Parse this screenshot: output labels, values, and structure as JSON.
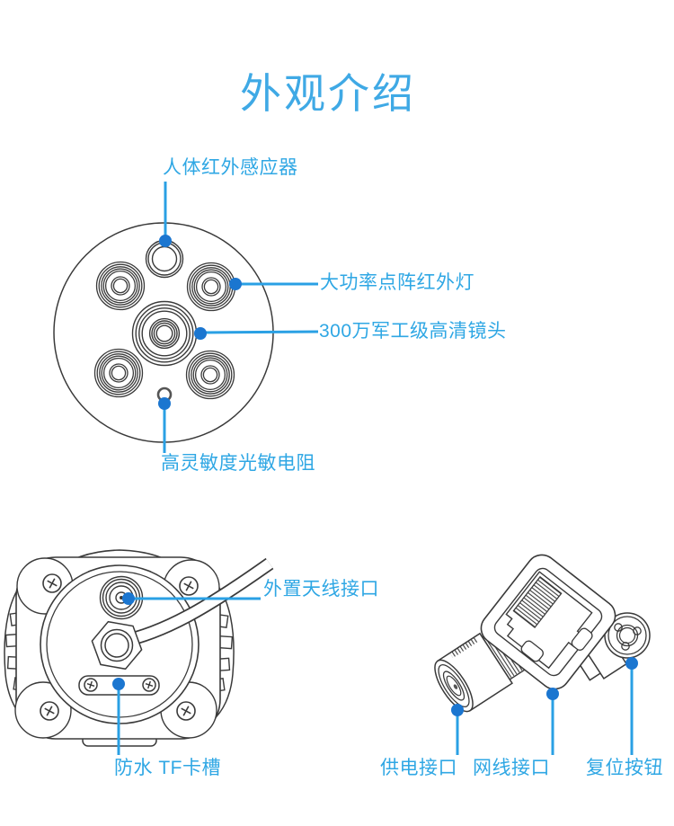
{
  "title": "外观介绍",
  "colors": {
    "title_blue": "#3fa9e5",
    "label_blue": "#2fa7e4",
    "leader_line_blue": "#2aa0e4",
    "leader_dot_blue": "#1b76d0",
    "drawing_outline": "#3a3a3a",
    "background": "#ffffff"
  },
  "front_view": {
    "description": "camera-front-face-drawing",
    "labels": [
      {
        "text": "人体红外感应器"
      },
      {
        "text": "大功率点阵红外灯"
      },
      {
        "text": "300万军工级高清镜头"
      },
      {
        "text": "高灵敏度光敏电阻"
      }
    ]
  },
  "back_view": {
    "description": "camera-back-drawing",
    "labels": [
      {
        "text": "外置天线接口"
      },
      {
        "text": "防水 TF卡槽"
      }
    ]
  },
  "cable_view": {
    "description": "cable-connectors-drawing",
    "labels": [
      {
        "text": "供电接口"
      },
      {
        "text": "网线接口"
      },
      {
        "text": "复位按钮"
      }
    ]
  }
}
